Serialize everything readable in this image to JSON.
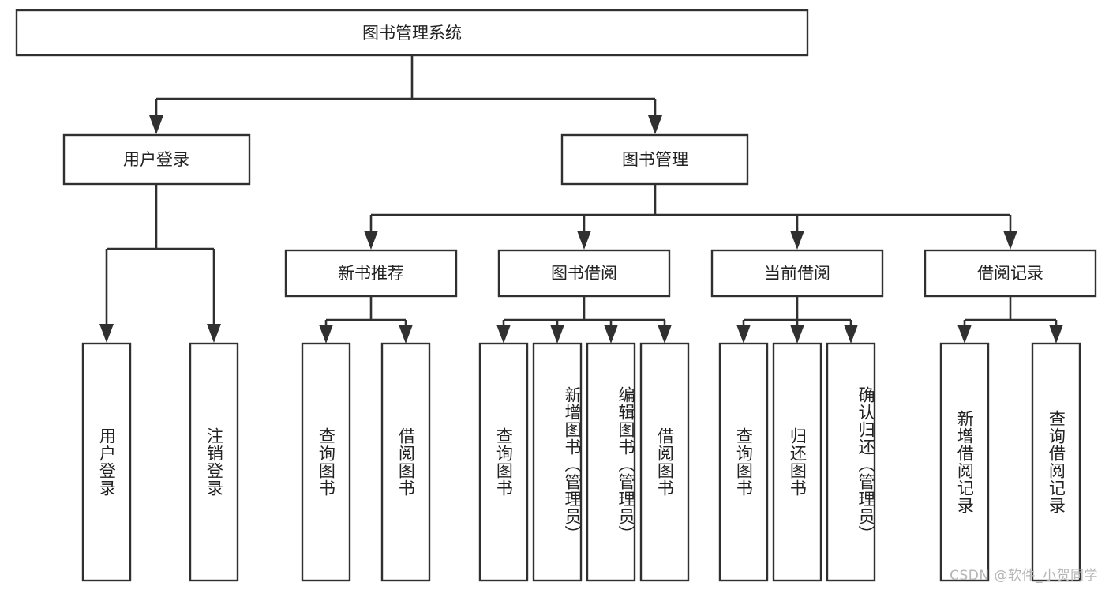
{
  "diagram": {
    "type": "tree",
    "title": "图书管理系统",
    "orientation": "top-down",
    "root": {
      "label": "图书管理系统",
      "children": [
        {
          "label": "用户登录",
          "children": [
            {
              "label": "用户登录"
            },
            {
              "label": "注销登录"
            }
          ]
        },
        {
          "label": "图书管理",
          "children": [
            {
              "label": "新书推荐",
              "children": [
                {
                  "label": "查询图书"
                },
                {
                  "label": "借阅图书"
                }
              ]
            },
            {
              "label": "图书借阅",
              "children": [
                {
                  "label": "查询图书"
                },
                {
                  "label": "新增图书（管理员）"
                },
                {
                  "label": "编辑图书（管理员）"
                },
                {
                  "label": "借阅图书"
                }
              ]
            },
            {
              "label": "当前借阅",
              "children": [
                {
                  "label": "查询图书"
                },
                {
                  "label": "归还图书"
                },
                {
                  "label": "确认归还（管理员）"
                }
              ]
            },
            {
              "label": "借阅记录",
              "children": [
                {
                  "label": "新增借阅记录"
                },
                {
                  "label": "查询借阅记录"
                }
              ]
            }
          ]
        }
      ]
    },
    "nodes": {
      "root": "图书管理系统",
      "l1_user_login": "用户登录",
      "l1_book_manage": "图书管理",
      "l2_new_book": "新书推荐",
      "l2_book_borrow": "图书借阅",
      "l2_current_borrow": "当前借阅",
      "l2_borrow_record": "借阅记录",
      "leaf_user_login": "用户登录",
      "leaf_logout": "注销登录",
      "leaf_nb_query": "查询图书",
      "leaf_nb_borrow": "借阅图书",
      "leaf_bb_query": "查询图书",
      "leaf_bb_add": "新增图书（管理员）",
      "leaf_bb_edit": "编辑图书（管理员）",
      "leaf_bb_borrow": "借阅图书",
      "leaf_cb_query": "查询图书",
      "leaf_cb_return": "归还图书",
      "leaf_cb_confirm": "确认归还（管理员）",
      "leaf_br_add": "新增借阅记录",
      "leaf_br_query": "查询借阅记录"
    }
  },
  "colors": {
    "box_stroke": "#303030",
    "box_fill": "#ffffff",
    "connector": "#303030",
    "text": "#222222",
    "background": "#ffffff",
    "watermark": "#b6b6b6"
  },
  "watermark": {
    "text": "CSDN @软件_小贺同学"
  }
}
